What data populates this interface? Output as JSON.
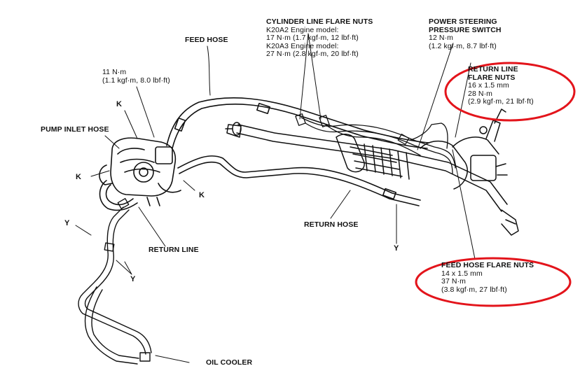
{
  "labels": {
    "feed_hose": "FEED HOSE",
    "torque_11": [
      "11 N·m",
      "(1.1 kgf·m, 8.0 lbf·ft)"
    ],
    "k": "K",
    "y": "Y",
    "pump_inlet_hose": "PUMP INLET HOSE",
    "return_line": "RETURN LINE",
    "return_hose": "RETURN HOSE",
    "oil_cooler": "OIL COOLER",
    "cylinder_line": [
      "CYLINDER LINE FLARE NUTS",
      "K20A2 Engine model:",
      "17 N·m (1.7 kgf·m, 12 lbf·ft)",
      "K20A3 Engine model:",
      "27 N·m (2.8 kgf·m, 20 lbf·ft)"
    ],
    "pressure_switch": [
      "POWER STEERING",
      "PRESSURE SWITCH",
      "12 N·m",
      "(1.2 kgf·m, 8.7 lbf·ft)"
    ],
    "return_line_flare": [
      "RETURN LINE",
      "FLARE NUTS",
      "16 x 1.5 mm",
      "28 N·m",
      "(2.9 kgf·m, 21 lbf·ft)"
    ],
    "feed_hose_flare": [
      "FEED HOSE FLARE NUTS",
      "14 x 1.5 mm",
      "37 N·m",
      "(3.8 kgf·m, 27 lbf·ft)"
    ]
  },
  "colors": {
    "ink": "#111111",
    "highlight": "#e3141b"
  }
}
